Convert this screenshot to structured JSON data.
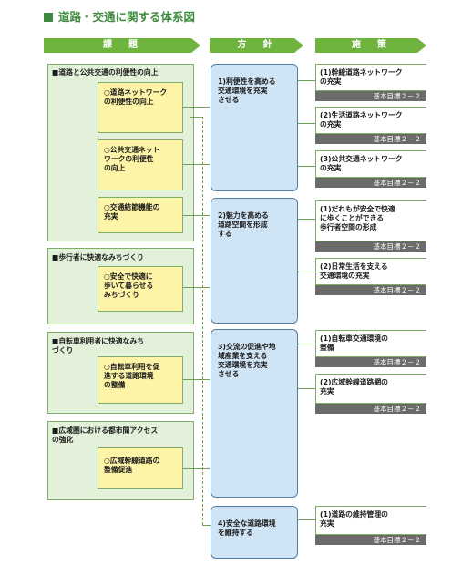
{
  "title": "道路・交通に関する体系図",
  "headers": {
    "issues": "課　題",
    "policies": "方　針",
    "measures": "施　策"
  },
  "issue_groups": [
    {
      "label": "■道路と公共交通の利便性の向上",
      "items": [
        "○道路ネットワーク\nの利便性の向上",
        "○公共交通ネット\nワークの利便性\nの向上",
        "○交通結節機能の\n充実"
      ]
    },
    {
      "label": "■歩行者に快適なみちづくり",
      "items": [
        "○安全で快適に\n歩いて暮らせる\nみちづくり"
      ]
    },
    {
      "label": "■自転車利用者に快適なみち\nづくり",
      "items": [
        "○自転車利用を促\n進する道路環境\nの整備"
      ]
    },
    {
      "label": "■広域圏における都市間アクセス\nの強化",
      "items": [
        "○広域幹線道路の\n整備促進"
      ]
    }
  ],
  "policies": [
    "1)利便性を高める\n交通環境を充実\nさせる",
    "2)魅力を高める\n道路空間を形成\nする",
    "3)交流の促進や地\n域産業を支える\n交通環境を充実\nさせる",
    "4)安全な道路環境\nを維持する"
  ],
  "measures": [
    {
      "label": "(1)幹線道路ネットワーク\nの充実",
      "goal": "基本目標２－２"
    },
    {
      "label": "(2)生活道路ネットワーク\nの充実",
      "goal": "基本目標２－２"
    },
    {
      "label": "(3)公共交通ネットワーク\nの充実",
      "goal": "基本目標２－２"
    },
    {
      "label": "(1)だれもが安全で快適\nに歩くことができる\n歩行者空間の形成",
      "goal": "基本目標２－２"
    },
    {
      "label": "(2)日常生活を支える\n交通環境の充実",
      "goal": "基本目標２－２"
    },
    {
      "label": "(1)自転車交通環境の\n整備",
      "goal": "基本目標２－２"
    },
    {
      "label": "(2)広域幹線道路網の\n充実",
      "goal": "基本目標２－２"
    },
    {
      "label": "(1)道路の維持管理の\n充実",
      "goal": "基本目標２－２"
    }
  ],
  "colors": {
    "header_green": "#6fb33f",
    "title_green": "#3e8a3e",
    "group_bg": "#e4f1da",
    "item_bg": "#fdf4a8",
    "policy_bg": "#cfe4f5",
    "goal_bg": "#6b6b6b"
  }
}
